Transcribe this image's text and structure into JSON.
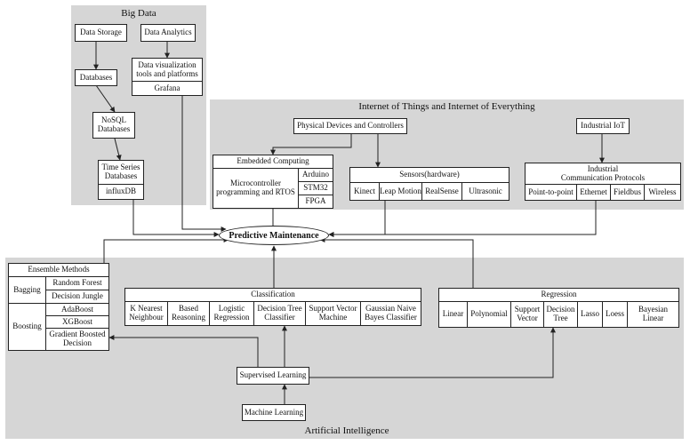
{
  "regions": {
    "big_data": "Big Data",
    "iot": "Internet of Things and Internet of Everything",
    "ai": "Artificial Intelligence"
  },
  "center": "Predictive Maintenance",
  "big_data": {
    "data_storage": "Data Storage",
    "data_analytics": "Data Analytics",
    "databases": "Databases",
    "data_viz": "Data visualization\ntools and platforms",
    "grafana": "Grafana",
    "nosql": "NoSQL\nDatabases",
    "time_series": "Time Series\nDatabases",
    "influxdb": "influxDB"
  },
  "iot": {
    "physical": "Physical Devices and Controllers",
    "industrial_iot": "Industrial IoT",
    "embedded": {
      "title": "Embedded Computing",
      "left": "Microcontroller\nprogramming and RTOS",
      "items": [
        "Arduino",
        "STM32",
        "FPGA"
      ]
    },
    "sensors": {
      "title": "Sensors(hardware)",
      "items": [
        "Kinect",
        "Leap Motion",
        "RealSense",
        "Ultrasonic"
      ]
    },
    "protocols": {
      "title": "Industrial\nCommunication Protocols",
      "items": [
        "Point-to-point",
        "Ethernet",
        "Fieldbus",
        "Wireless"
      ]
    }
  },
  "ai": {
    "ensemble": {
      "title": "Ensemble Methods",
      "bagging": "Bagging",
      "bagging_items": [
        "Random Forest",
        "Decision Jungle"
      ],
      "boosting": "Boosting",
      "boosting_items": [
        "AdaBoost",
        "XGBoost",
        "Gradient Boosted\nDecision"
      ]
    },
    "classification": {
      "title": "Classification",
      "items": [
        "K Nearest\nNeighbour",
        "Based\nReasoning",
        "Logistic\nRegression",
        "Decision Tree\nClassifier",
        "Support Vector\nMachine",
        "Gaussian Naive\nBayes Classifier"
      ]
    },
    "regression": {
      "title": "Regression",
      "items": [
        "Linear",
        "Polynomial",
        "Support\nVector",
        "Decision\nTree",
        "Lasso",
        "Loess",
        "Bayesian\nLinear"
      ]
    },
    "supervised": "Supervised Learning",
    "machine_learning": "Machine Learning"
  }
}
